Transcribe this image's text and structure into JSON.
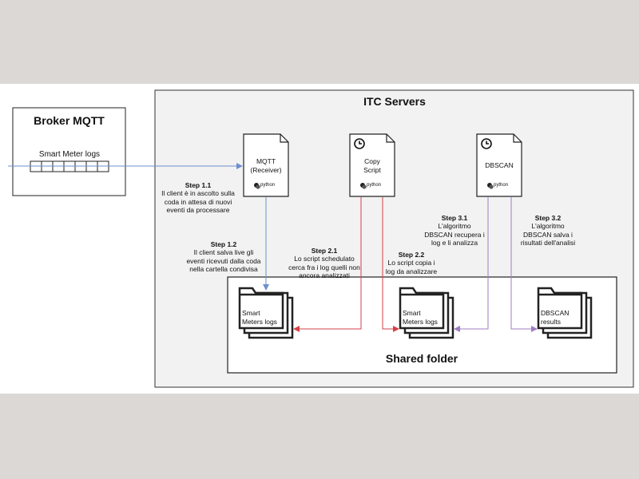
{
  "broker": {
    "title": "Broker MQTT",
    "queue_label": "Smart Meter logs"
  },
  "itc": {
    "title": "ITC Servers"
  },
  "shared": {
    "title": "Shared folder"
  },
  "scripts": {
    "mqtt": {
      "label": "MQTT\n(Receiver)",
      "python": "python"
    },
    "copy": {
      "label": "Copy\nScript",
      "python": "python"
    },
    "dbscan": {
      "label": "DBSCAN",
      "python": "python"
    }
  },
  "folders": {
    "logs1": "Smart\nMeters logs",
    "logs2": "Smart\nMeters logs",
    "results": "DBSCAN\nresults"
  },
  "steps": {
    "s11": {
      "title": "Step 1.1",
      "text": "Il client è in ascolto sulla\ncoda in attesa di nuovi\neventi da processare"
    },
    "s12": {
      "title": "Step 1.2",
      "text": "Il client salva live gli\neventi ricevuti dalla coda\nnella cartella condivisa"
    },
    "s21": {
      "title": "Step 2.1",
      "text": "Lo script schedulato\ncerca fra i log quelli non\nancora analizzati"
    },
    "s22": {
      "title": "Step 2.2",
      "text": "Lo script copia i\nlog da analizzare"
    },
    "s31": {
      "title": "Step 3.1",
      "text": "L'algoritmo\nDBSCAN recupera i\nlog e li analizza"
    },
    "s32": {
      "title": "Step 3.2",
      "text": "L'algoritmo\nDBSCAN salva i\nrisultati dell'analisi"
    }
  },
  "colors": {
    "blue_arrow": "#6d8fcf",
    "red_arrow": "#d6404a",
    "purple_arrow": "#a07cc4",
    "border": "#222222",
    "itc_fill": "#f2f2f2"
  }
}
